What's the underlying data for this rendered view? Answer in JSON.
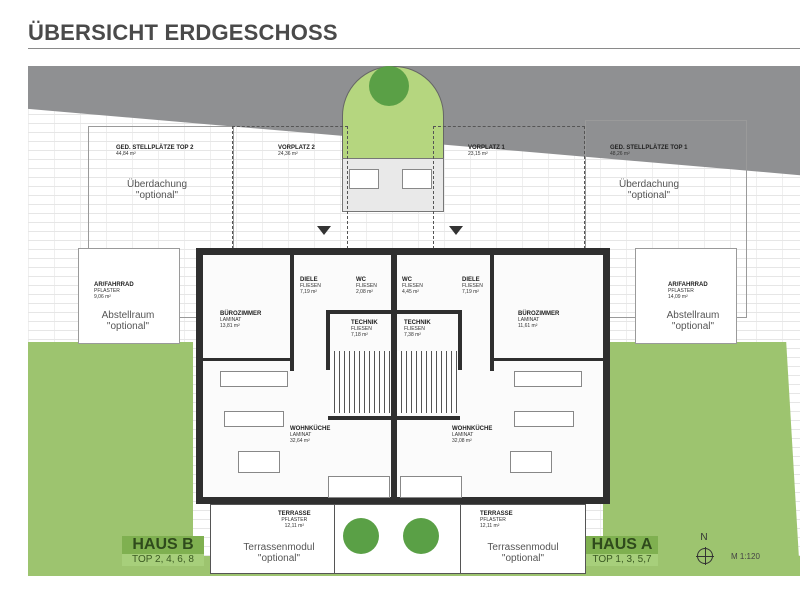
{
  "header": {
    "title": "ÜBERSICHT ERDGESCHOSS"
  },
  "outdoor": {
    "parking_top2": {
      "name": "GED. STELLPLÄTZE TOP 2",
      "area": "44,84 m²",
      "option": "Überdachung",
      "option_note": "\"optional\""
    },
    "vorplatz2": {
      "name": "VORPLATZ 2",
      "area": "24,36 m²"
    },
    "vorplatz1": {
      "name": "VORPLATZ 1",
      "area": "23,15 m²"
    },
    "parking_top1": {
      "name": "GED. STELLPLÄTZE TOP 1",
      "area": "48,26 m²",
      "option": "Überdachung",
      "option_note": "\"optional\""
    },
    "bike_left": {
      "name": "AR/FAHRRAD",
      "material": "PFLASTER",
      "area": "9,06 m²",
      "option": "Abstellraum",
      "option_note": "\"optional\""
    },
    "bike_right": {
      "name": "AR/FAHRRAD",
      "material": "PFLASTER",
      "area": "14,09 m²",
      "option": "Abstellraum",
      "option_note": "\"optional\""
    }
  },
  "haus_b": {
    "label": "HAUS B",
    "tops": "TOP 2, 4, 6, 8",
    "rooms": [
      {
        "name": "DIELE",
        "material": "FLIESEN",
        "area": "7,19 m²"
      },
      {
        "name": "WC",
        "material": "FLIESEN",
        "area": "2,08 m²"
      },
      {
        "name": "BÜROZIMMER",
        "material": "LAMINAT",
        "area": "13,81 m²"
      },
      {
        "name": "TECHNIK",
        "material": "FLIESEN",
        "area": "7,18 m²"
      },
      {
        "name": "WOHNKÜCHE",
        "material": "LAMINAT",
        "area": "32,64 m²"
      },
      {
        "name": "TERRASSE",
        "material": "PFLASTER",
        "area": "12,11 m²"
      }
    ],
    "terrace_option": "Terrassenmodul",
    "terrace_option_note": "\"optional\""
  },
  "haus_a": {
    "label": "HAUS A",
    "tops": "TOP 1, 3, 5,7",
    "rooms": [
      {
        "name": "WC",
        "material": "FLIESEN",
        "area": "4,45 m²"
      },
      {
        "name": "DIELE",
        "material": "FLIESEN",
        "area": "7,19 m²"
      },
      {
        "name": "TECHNIK",
        "material": "FLIESEN",
        "area": "7,38 m²"
      },
      {
        "name": "BÜROZIMMER",
        "material": "LAMINAT",
        "area": "11,61 m²"
      },
      {
        "name": "WOHNKÜCHE",
        "material": "LAMINAT",
        "area": "32,08 m²"
      },
      {
        "name": "TERRASSE",
        "material": "PFLASTER",
        "area": "12,11 m²"
      }
    ],
    "terrace_option": "Terrassenmodul",
    "terrace_option_note": "\"optional\""
  },
  "legend": {
    "north": "N",
    "scale": "M 1:120"
  },
  "colors": {
    "lawn": "#9dc46f",
    "road": "#8f9092",
    "wall": "#2f2f2f",
    "tree": "#5aa046",
    "haus_label_bg": "#7fb050"
  }
}
